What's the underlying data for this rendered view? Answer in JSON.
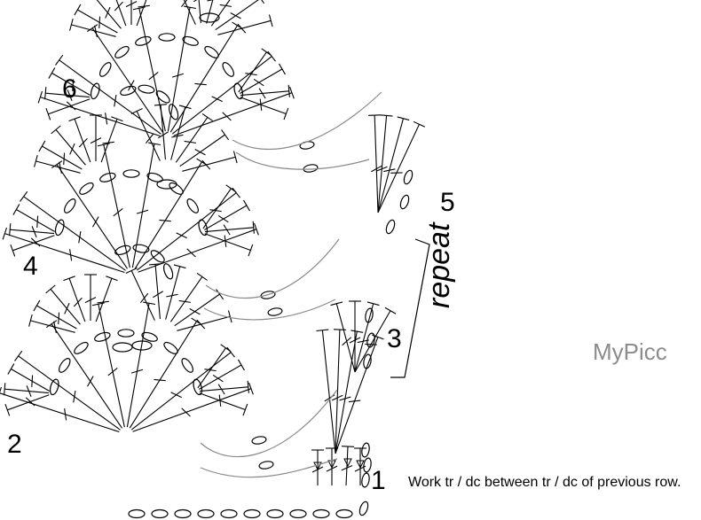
{
  "row_labels": {
    "r1": "1",
    "r2": "2",
    "r3": "3",
    "r4": "4",
    "r5": "5",
    "r6": "6"
  },
  "repeat_label": "repeat",
  "watermark": "MyPicc",
  "instruction": "Work tr / dc between tr / dc of previous row.",
  "colors": {
    "ink": "#000000",
    "path": "#8a8a8a",
    "watermark": "#8c8c8c"
  }
}
